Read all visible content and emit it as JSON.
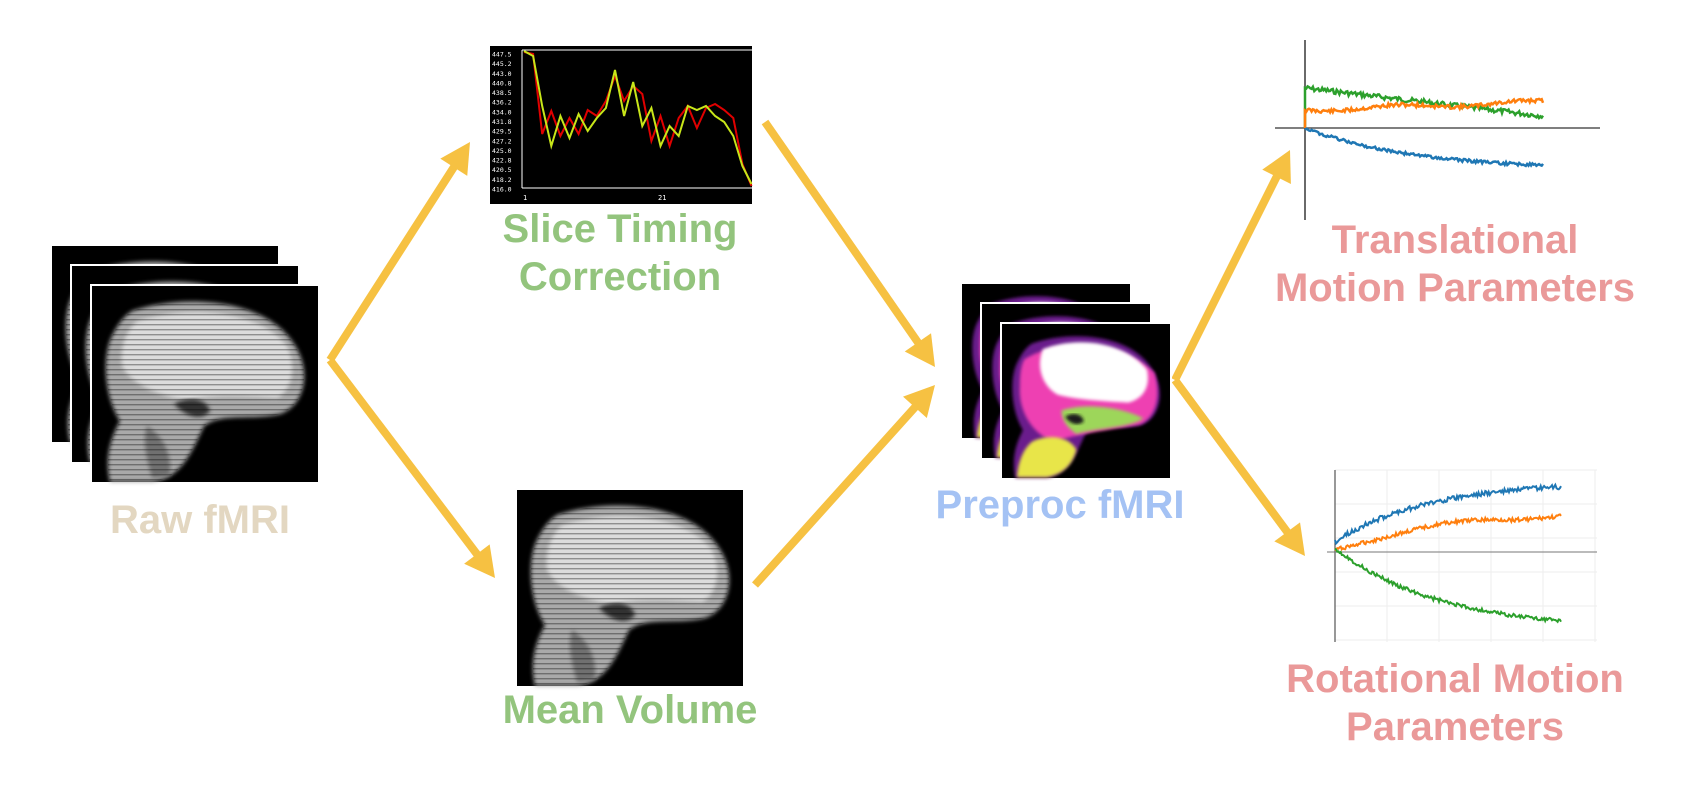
{
  "nodes": {
    "raw_fmri": {
      "label": "Raw fMRI",
      "color": "#e3d7c1"
    },
    "slice_timing": {
      "label_line1": "Slice Timing",
      "label_line2": "Correction",
      "color": "#93c47d"
    },
    "mean_volume": {
      "label": "Mean Volume",
      "color": "#93c47d"
    },
    "preproc_fmri": {
      "label": "Preproc fMRI",
      "color": "#a4c2f4"
    },
    "translational": {
      "label_line1": "Translational",
      "label_line2": "Motion Parameters",
      "color": "#ea9999"
    },
    "rotational": {
      "label_line1": "Rotational Motion",
      "label_line2": "Parameters",
      "color": "#ea9999"
    }
  },
  "slice_timing_plot": {
    "y_ticks": [
      "447.5",
      "445.2",
      "443.0",
      "440.8",
      "438.5",
      "436.2",
      "434.0",
      "431.8",
      "429.5",
      "427.2",
      "425.0",
      "422.8",
      "420.5",
      "418.2",
      "416.0"
    ],
    "x_ticks": [
      "1",
      "21"
    ],
    "series_colors": [
      "#e00000",
      "#c8e619"
    ]
  },
  "arrow_color": "#f6c142",
  "motion_colors": {
    "x": "#1f77b4",
    "y": "#ff7f0e",
    "z": "#2ca02c"
  }
}
